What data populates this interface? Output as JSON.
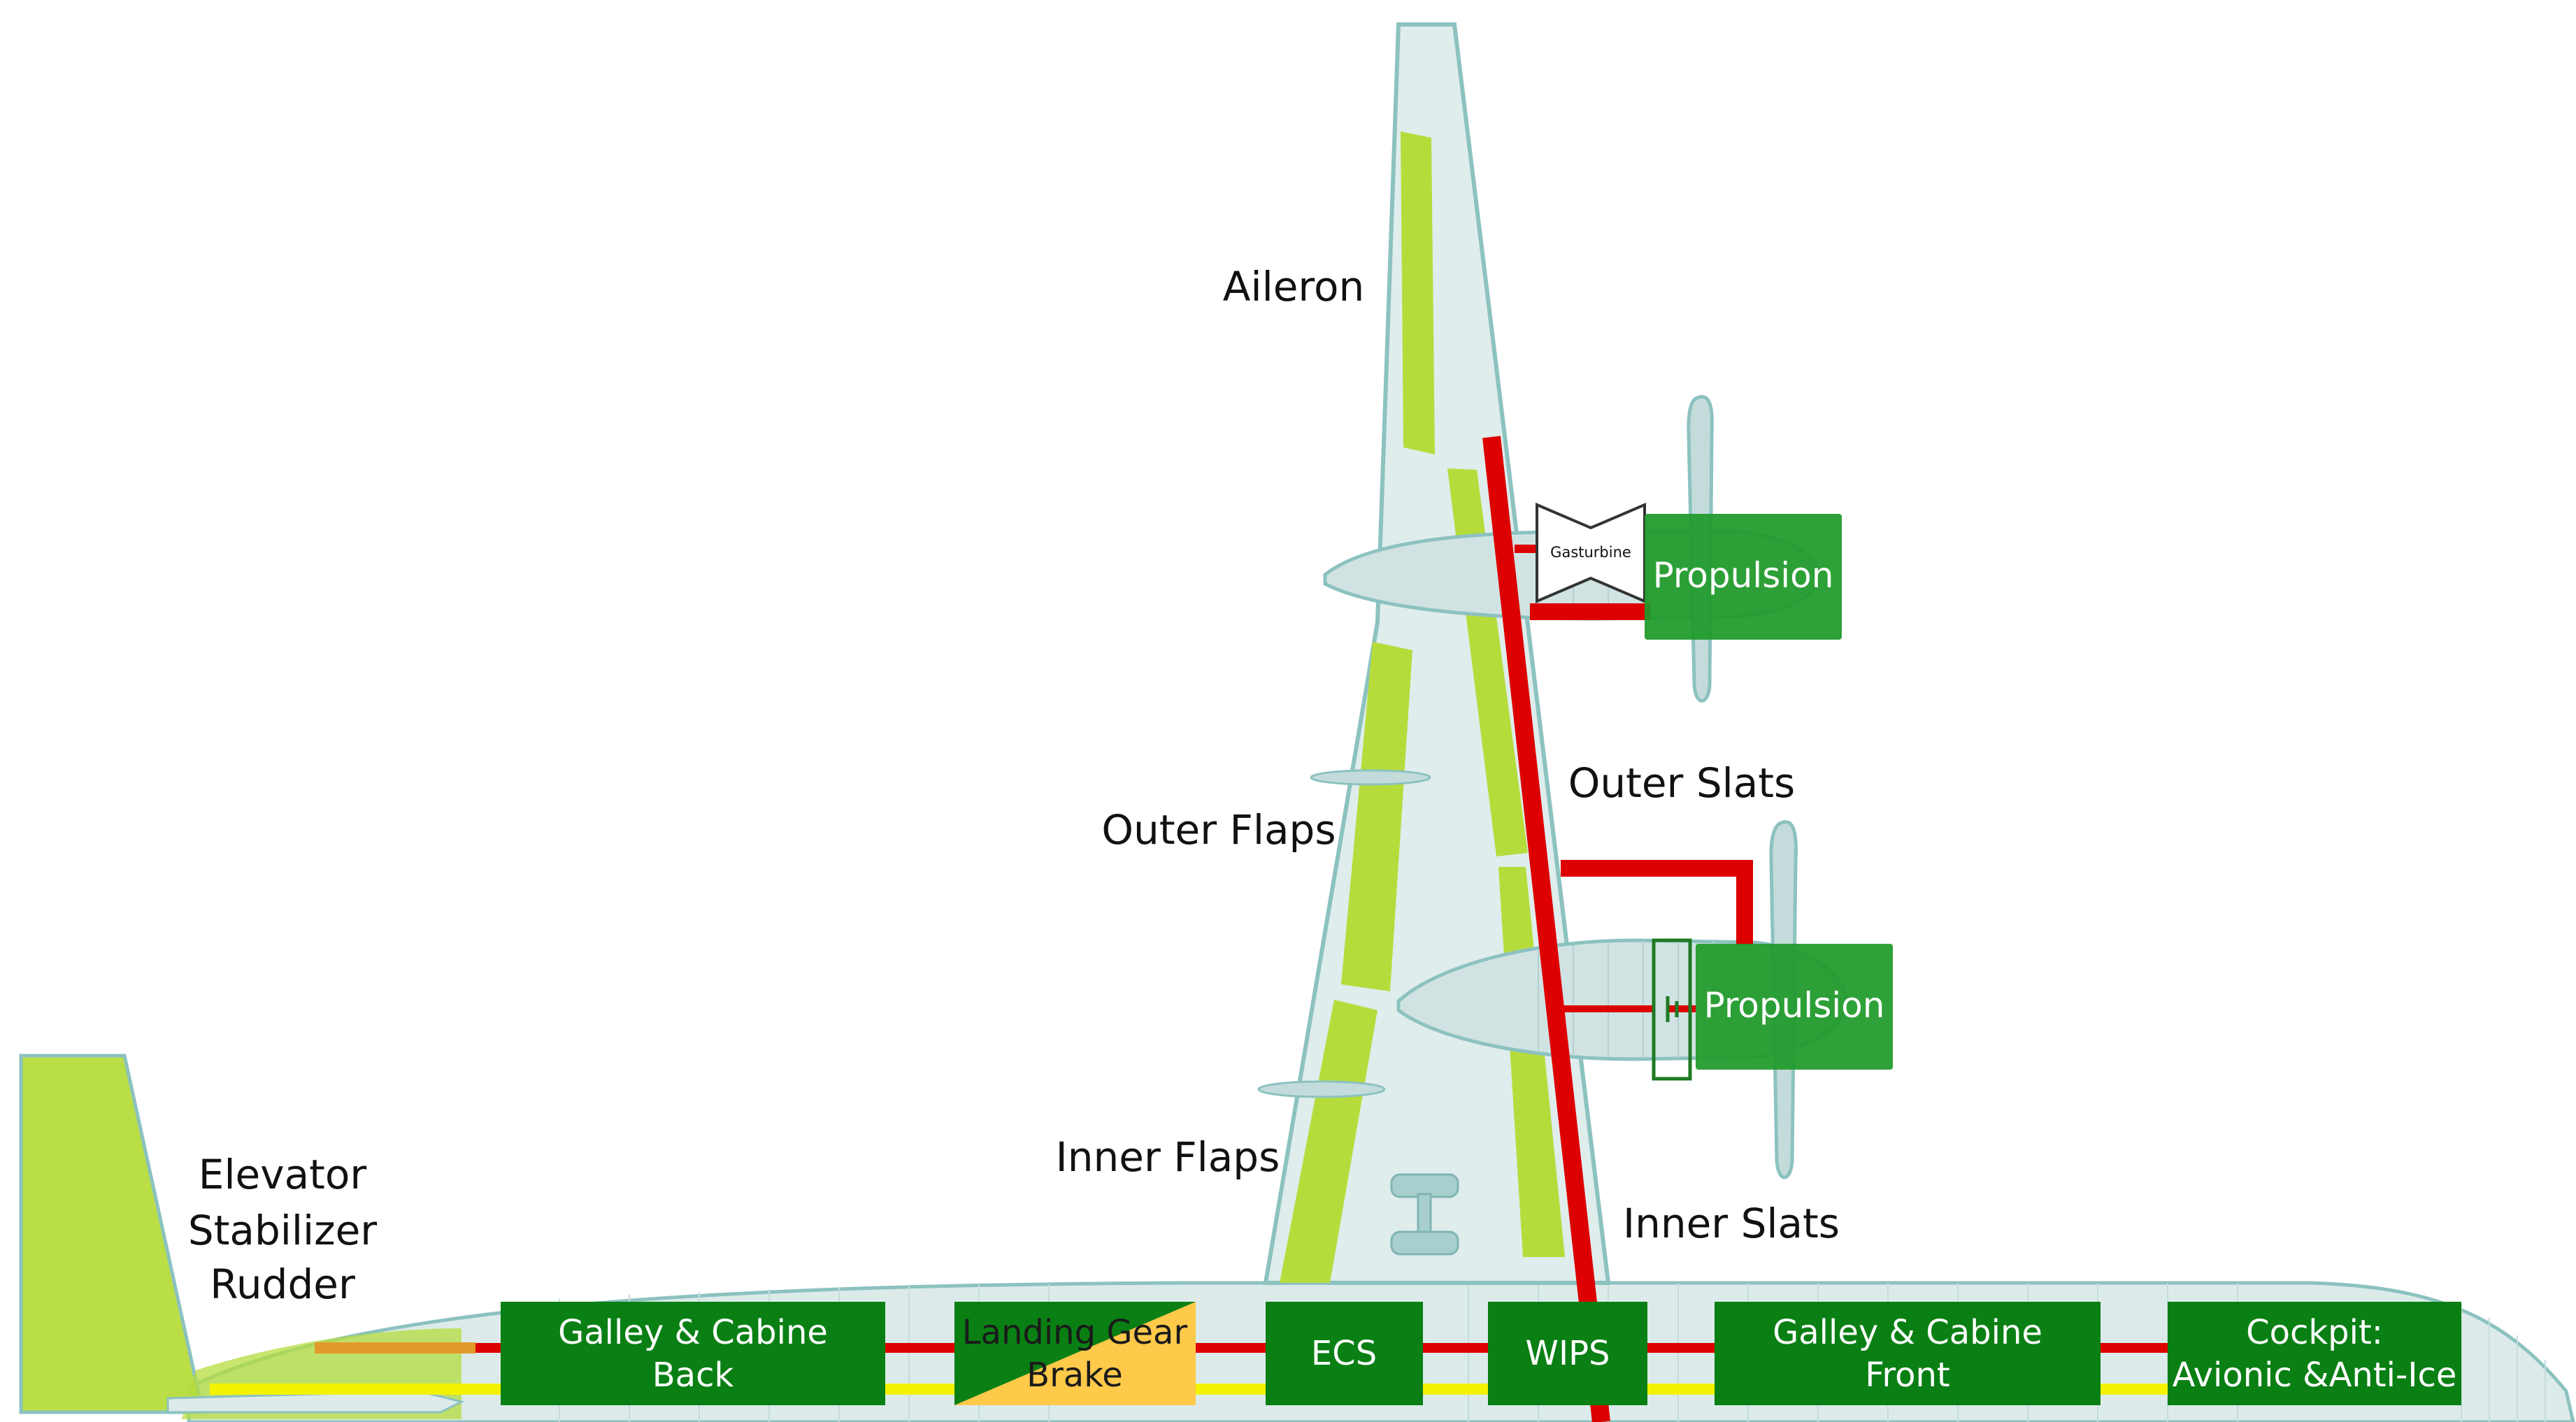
{
  "colors": {
    "surface": "#b6dc3c",
    "airframe_fill": "#dcebea",
    "airframe_stroke": "#8cc2c0",
    "box_green": "#0a7f14",
    "prop_green": "#1f9a2a",
    "power_line": "#dd0000",
    "yellow_line": "#f3f300",
    "brake": "#ffc94a"
  },
  "surfaces": {
    "aileron": "Aileron",
    "outer_slats": "Outer Slats",
    "outer_flaps": "Outer Flaps",
    "inner_flaps": "Inner Flaps",
    "inner_slats": "Inner Slats",
    "elevator": "Elevator",
    "stabilizer": "Stabilizer",
    "rudder": "Rudder"
  },
  "propulsion": {
    "upper": "Propulsion",
    "lower": "Propulsion",
    "gasturbine": "Gasturbine"
  },
  "systems": {
    "galley_back": [
      "Galley & Cabine",
      "Back"
    ],
    "landing_gear": [
      "Landing Gear",
      "Brake"
    ],
    "ecs": "ECS",
    "wips": "WIPS",
    "galley_front": [
      "Galley & Cabine",
      "Front"
    ],
    "cockpit": [
      "Cockpit:",
      "Avionic &Anti-Ice"
    ]
  },
  "icons": [
    "gasturbine-icon",
    "battery-icon",
    "landing-gear-icon",
    "propeller-icon"
  ]
}
